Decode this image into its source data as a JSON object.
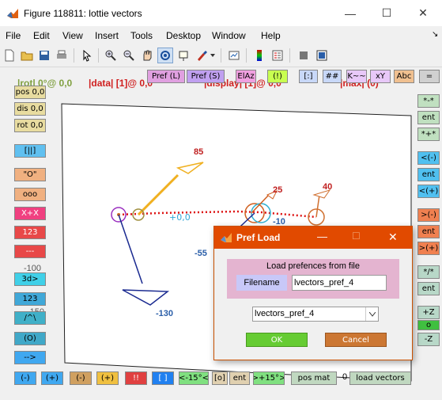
{
  "window": {
    "title": "Figure 118811: lottie vectors",
    "minimize": "—",
    "maximize": "☐",
    "close": "✕"
  },
  "menu": [
    "File",
    "Edit",
    "View",
    "Insert",
    "Tools",
    "Desktop",
    "Window",
    "Help"
  ],
  "menu_arrow": "↘",
  "toolbar": {
    "icons": [
      "new-figure-icon",
      "open-folder-icon",
      "save-icon",
      "print-icon",
      "pointer-icon",
      "zoom-in-icon",
      "zoom-out-icon",
      "pan-hand-icon",
      "rotate-3d-icon",
      "data-cursor-icon",
      "brush-icon",
      "link-plot-icon",
      "colorbar-icon",
      "legend-icon",
      "hide-plot-tools-icon",
      "show-plot-tools-icon"
    ]
  },
  "header": {
    "rot": "|rot| 0°@ 0,0",
    "data": "|data| [1]@ 0,0",
    "display": "|display| [1]@ 0,0",
    "max": "|max| (0)"
  },
  "top_buttons": [
    "Pref (L)",
    "Pref (S)",
    "ElAz",
    "(!)",
    "[:]",
    "##",
    "K~~",
    "xY",
    "Abc",
    "="
  ],
  "left_buttons": [
    "pos 0,0",
    "dis 0,0",
    "rot 0,0",
    "[||]",
    "\"O\"",
    "ooo",
    "X+X",
    "123",
    "---",
    "3d>",
    "123",
    "/^\\",
    "(O)",
    "-->"
  ],
  "right_buttons": [
    "*-*",
    "ent",
    "*+*",
    "<(-)",
    "ent",
    "<(+)",
    ">(-)",
    "ent",
    ">(+)",
    "*/*",
    "ent",
    "+Z",
    "o",
    "-Z"
  ],
  "bottom_buttons": [
    "(-)",
    "(+)",
    "(-)",
    "(+)",
    "!!",
    "[ ]",
    "<-15°<",
    "[o]",
    "ent",
    ">+15°>",
    "pos mat",
    "0",
    "load vectors"
  ],
  "axis": {
    "y_label_left": "-100",
    "y_label_bottom": "-150"
  },
  "chart_labels": [
    "85",
    "25",
    "40",
    "-55",
    "-10",
    "-130"
  ],
  "dialog": {
    "title": "Pref Load",
    "group_title": "Load prefences from file",
    "filename_label": "Filename",
    "filename_value": "lvectors_pref_4",
    "select_value": "lvectors_pref_4",
    "ok": "OK",
    "cancel": "Cancel"
  },
  "colors": {
    "dialog_title_bg": "#e14a00",
    "dialog_group_bg": "#e4b4d0",
    "ok_bg": "#66cc33",
    "cancel_bg": "#cc7733"
  }
}
